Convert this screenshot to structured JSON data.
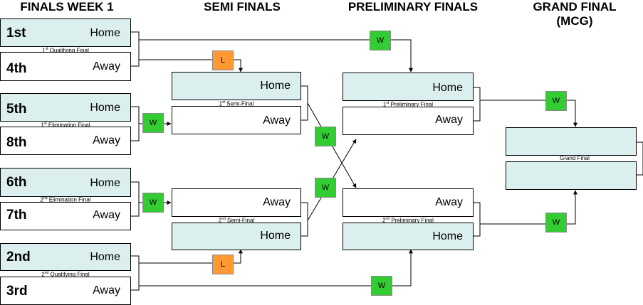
{
  "headings": {
    "week1": "FINALS WEEK 1",
    "semi": "SEMI FINALS",
    "prelim": "PRELIMINARY FINALS",
    "grand_line1": "GRAND FINAL",
    "grand_line2": "(MCG)"
  },
  "week1": {
    "qf1": {
      "top_seed": "1st",
      "top_role": "Home",
      "bottom_seed": "4th",
      "bottom_role": "Away",
      "caption_num": "1",
      "caption_sup": "st",
      "caption_text": " Qualifying Final"
    },
    "ef1": {
      "top_seed": "5th",
      "top_role": "Home",
      "bottom_seed": "8th",
      "bottom_role": "Away",
      "caption_num": "1",
      "caption_sup": "st",
      "caption_text": " Elimination Final"
    },
    "ef2": {
      "top_seed": "6th",
      "top_role": "Home",
      "bottom_seed": "7th",
      "bottom_role": "Away",
      "caption_num": "2",
      "caption_sup": "nd",
      "caption_text": "  Elimination Final"
    },
    "qf2": {
      "top_seed": "2nd",
      "top_role": "Home",
      "bottom_seed": "3rd",
      "bottom_role": "Away",
      "caption_num": "2",
      "caption_sup": "nd",
      "caption_text": " Qualifying Final"
    }
  },
  "semis": {
    "sf1": {
      "top_role": "Home",
      "bottom_role": "Away",
      "caption_num": "1",
      "caption_sup": "st",
      "caption_text": " Semi-Final"
    },
    "sf2": {
      "top_role": "Away",
      "bottom_role": "Home",
      "caption_num": "2",
      "caption_sup": "nd",
      "caption_text": " Semi-Final"
    }
  },
  "prelims": {
    "pf1": {
      "top_role": "Home",
      "bottom_role": "Away",
      "caption_num": "1",
      "caption_sup": "st",
      "caption_text": " Preliminary Final"
    },
    "pf2": {
      "top_role": "Away",
      "bottom_role": "Home",
      "caption_num": "2",
      "caption_sup": "nd",
      "caption_text": " Preliminary Final"
    }
  },
  "grand_final": {
    "caption": "Grand Final"
  },
  "badges": {
    "win": "W",
    "loss": "L"
  },
  "colors": {
    "win": "#33cc33",
    "loss": "#ff9933",
    "shade": "#dcefef"
  }
}
